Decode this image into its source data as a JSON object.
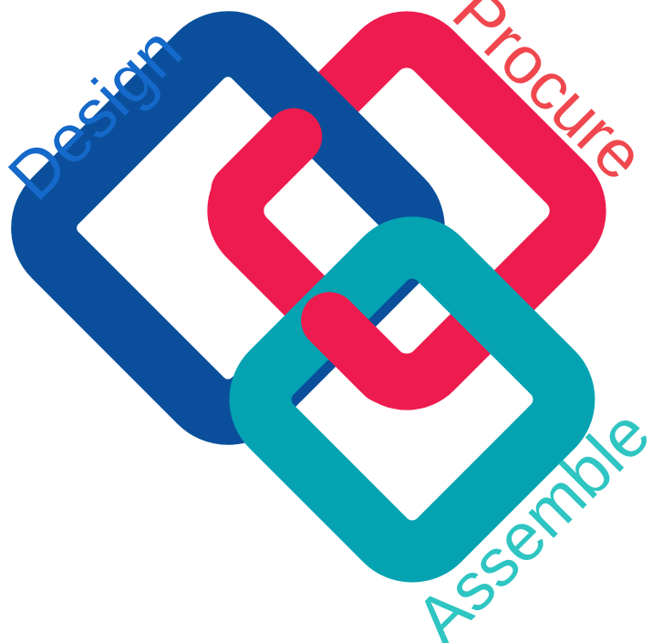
{
  "labels": {
    "design": "Design",
    "procure": "Procure",
    "assemble": "Assemble"
  },
  "colors": {
    "design_ring": "#0b4f9c",
    "design_text": "#1469c9",
    "procure_ring": "#ee1b4e",
    "procure_text": "#f0474e",
    "assemble_ring": "#05a3b2",
    "assemble_text": "#2ec5c2",
    "background": "#ffffff"
  }
}
